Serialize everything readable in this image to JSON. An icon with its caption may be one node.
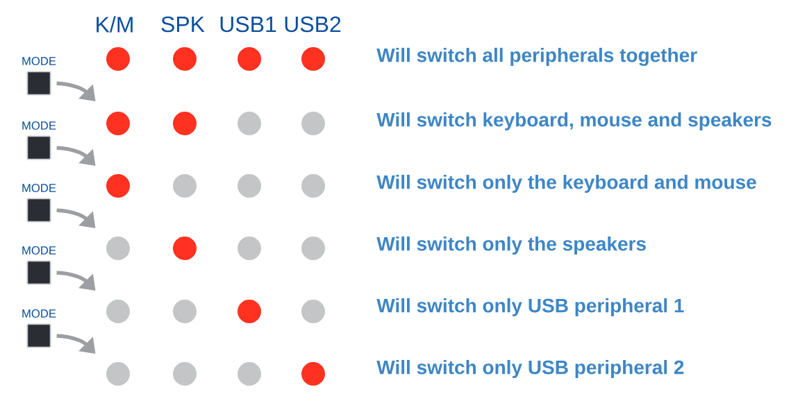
{
  "diagram": {
    "nodes": [
      {
        "text": [
          "MODE"
        ]
      },
      {
        "text": [
          "MODE"
        ]
      },
      {
        "text": [
          "MODE"
        ]
      },
      {
        "text": [
          "MODE"
        ]
      },
      {
        "text": [
          "MODE"
        ]
      }
    ],
    "edges": [
      {
        "from": 0,
        "to": null,
        "arrow": "to"
      },
      {
        "from": 1,
        "to": null,
        "arrow": "to"
      },
      {
        "from": 2,
        "to": null,
        "arrow": "to"
      },
      {
        "from": 3,
        "to": null,
        "arrow": "to"
      },
      {
        "from": 4,
        "to": null,
        "arrow": "to"
      }
    ],
    "labels": [
      "K/M",
      "SPK",
      "USB1",
      "USB2",
      "Will switch all peripherals together",
      "Will switch keyboard, mouse and speakers",
      "Will switch only the keyboard and mouse",
      "Will switch only the speakers",
      "Will switch only USB peripheral 1",
      "Will switch only USB peripheral 2"
    ]
  }
}
